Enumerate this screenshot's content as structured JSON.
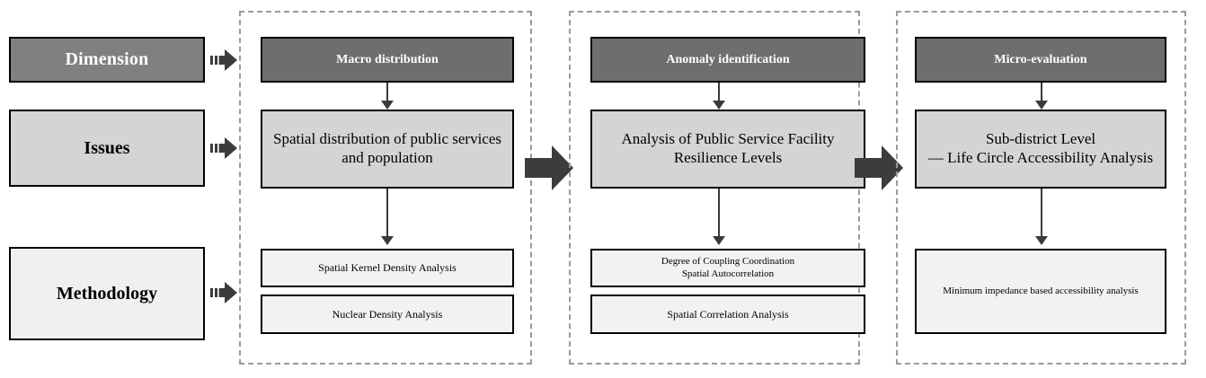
{
  "rail": {
    "items": [
      {
        "label": "Dimension",
        "arrow_icon": "striped-right-arrow-icon"
      },
      {
        "label": "Issues",
        "arrow_icon": "striped-right-arrow-icon"
      },
      {
        "label": "Methodology",
        "arrow_icon": "striped-right-arrow-icon"
      }
    ]
  },
  "flow_arrows": [
    {
      "icon": "block-right-arrow-icon"
    },
    {
      "icon": "block-right-arrow-icon"
    }
  ],
  "columns": [
    {
      "header": "Macro distribution",
      "issue": "Spatial distribution of public services\nand population",
      "issue_lines": [
        "Spatial distribution of public services",
        "and population"
      ],
      "methods": [
        {
          "lines": [
            "Spatial Kernel Density Analysis"
          ]
        },
        {
          "lines": [
            "Nuclear Density Analysis"
          ]
        }
      ]
    },
    {
      "header": "Anomaly identification",
      "issue": "Analysis of Public Service Facility\nResilience Levels",
      "issue_lines": [
        "Analysis of Public Service Facility",
        "Resilience Levels"
      ],
      "methods": [
        {
          "lines": [
            "Degree of Coupling Coordination",
            "Spatial Autocorrelation"
          ]
        },
        {
          "lines": [
            "Spatial Correlation Analysis"
          ]
        }
      ]
    },
    {
      "header": "Micro-evaluation",
      "issue": "Sub-district Level\n— Life Circle Accessibility Analysis",
      "issue_lines": [
        "Sub-district Level",
        "— Life Circle Accessibility Analysis"
      ],
      "methods": [
        {
          "lines": [
            "Minimum impedance based accessibility analysis"
          ]
        }
      ]
    }
  ],
  "colors": {
    "header_fill": "#6e6e6e",
    "issue_fill": "#d4d4d4",
    "method_fill": "#f2f2f2",
    "rail_dimension_fill": "#808080",
    "rail_issues_fill": "#d4d4d4",
    "rail_methodology_fill": "#f0f0f0",
    "panel_dash": "#9a9a9a",
    "connector": "#3a3a3a",
    "arrow_fill": "#3c3c3c"
  }
}
